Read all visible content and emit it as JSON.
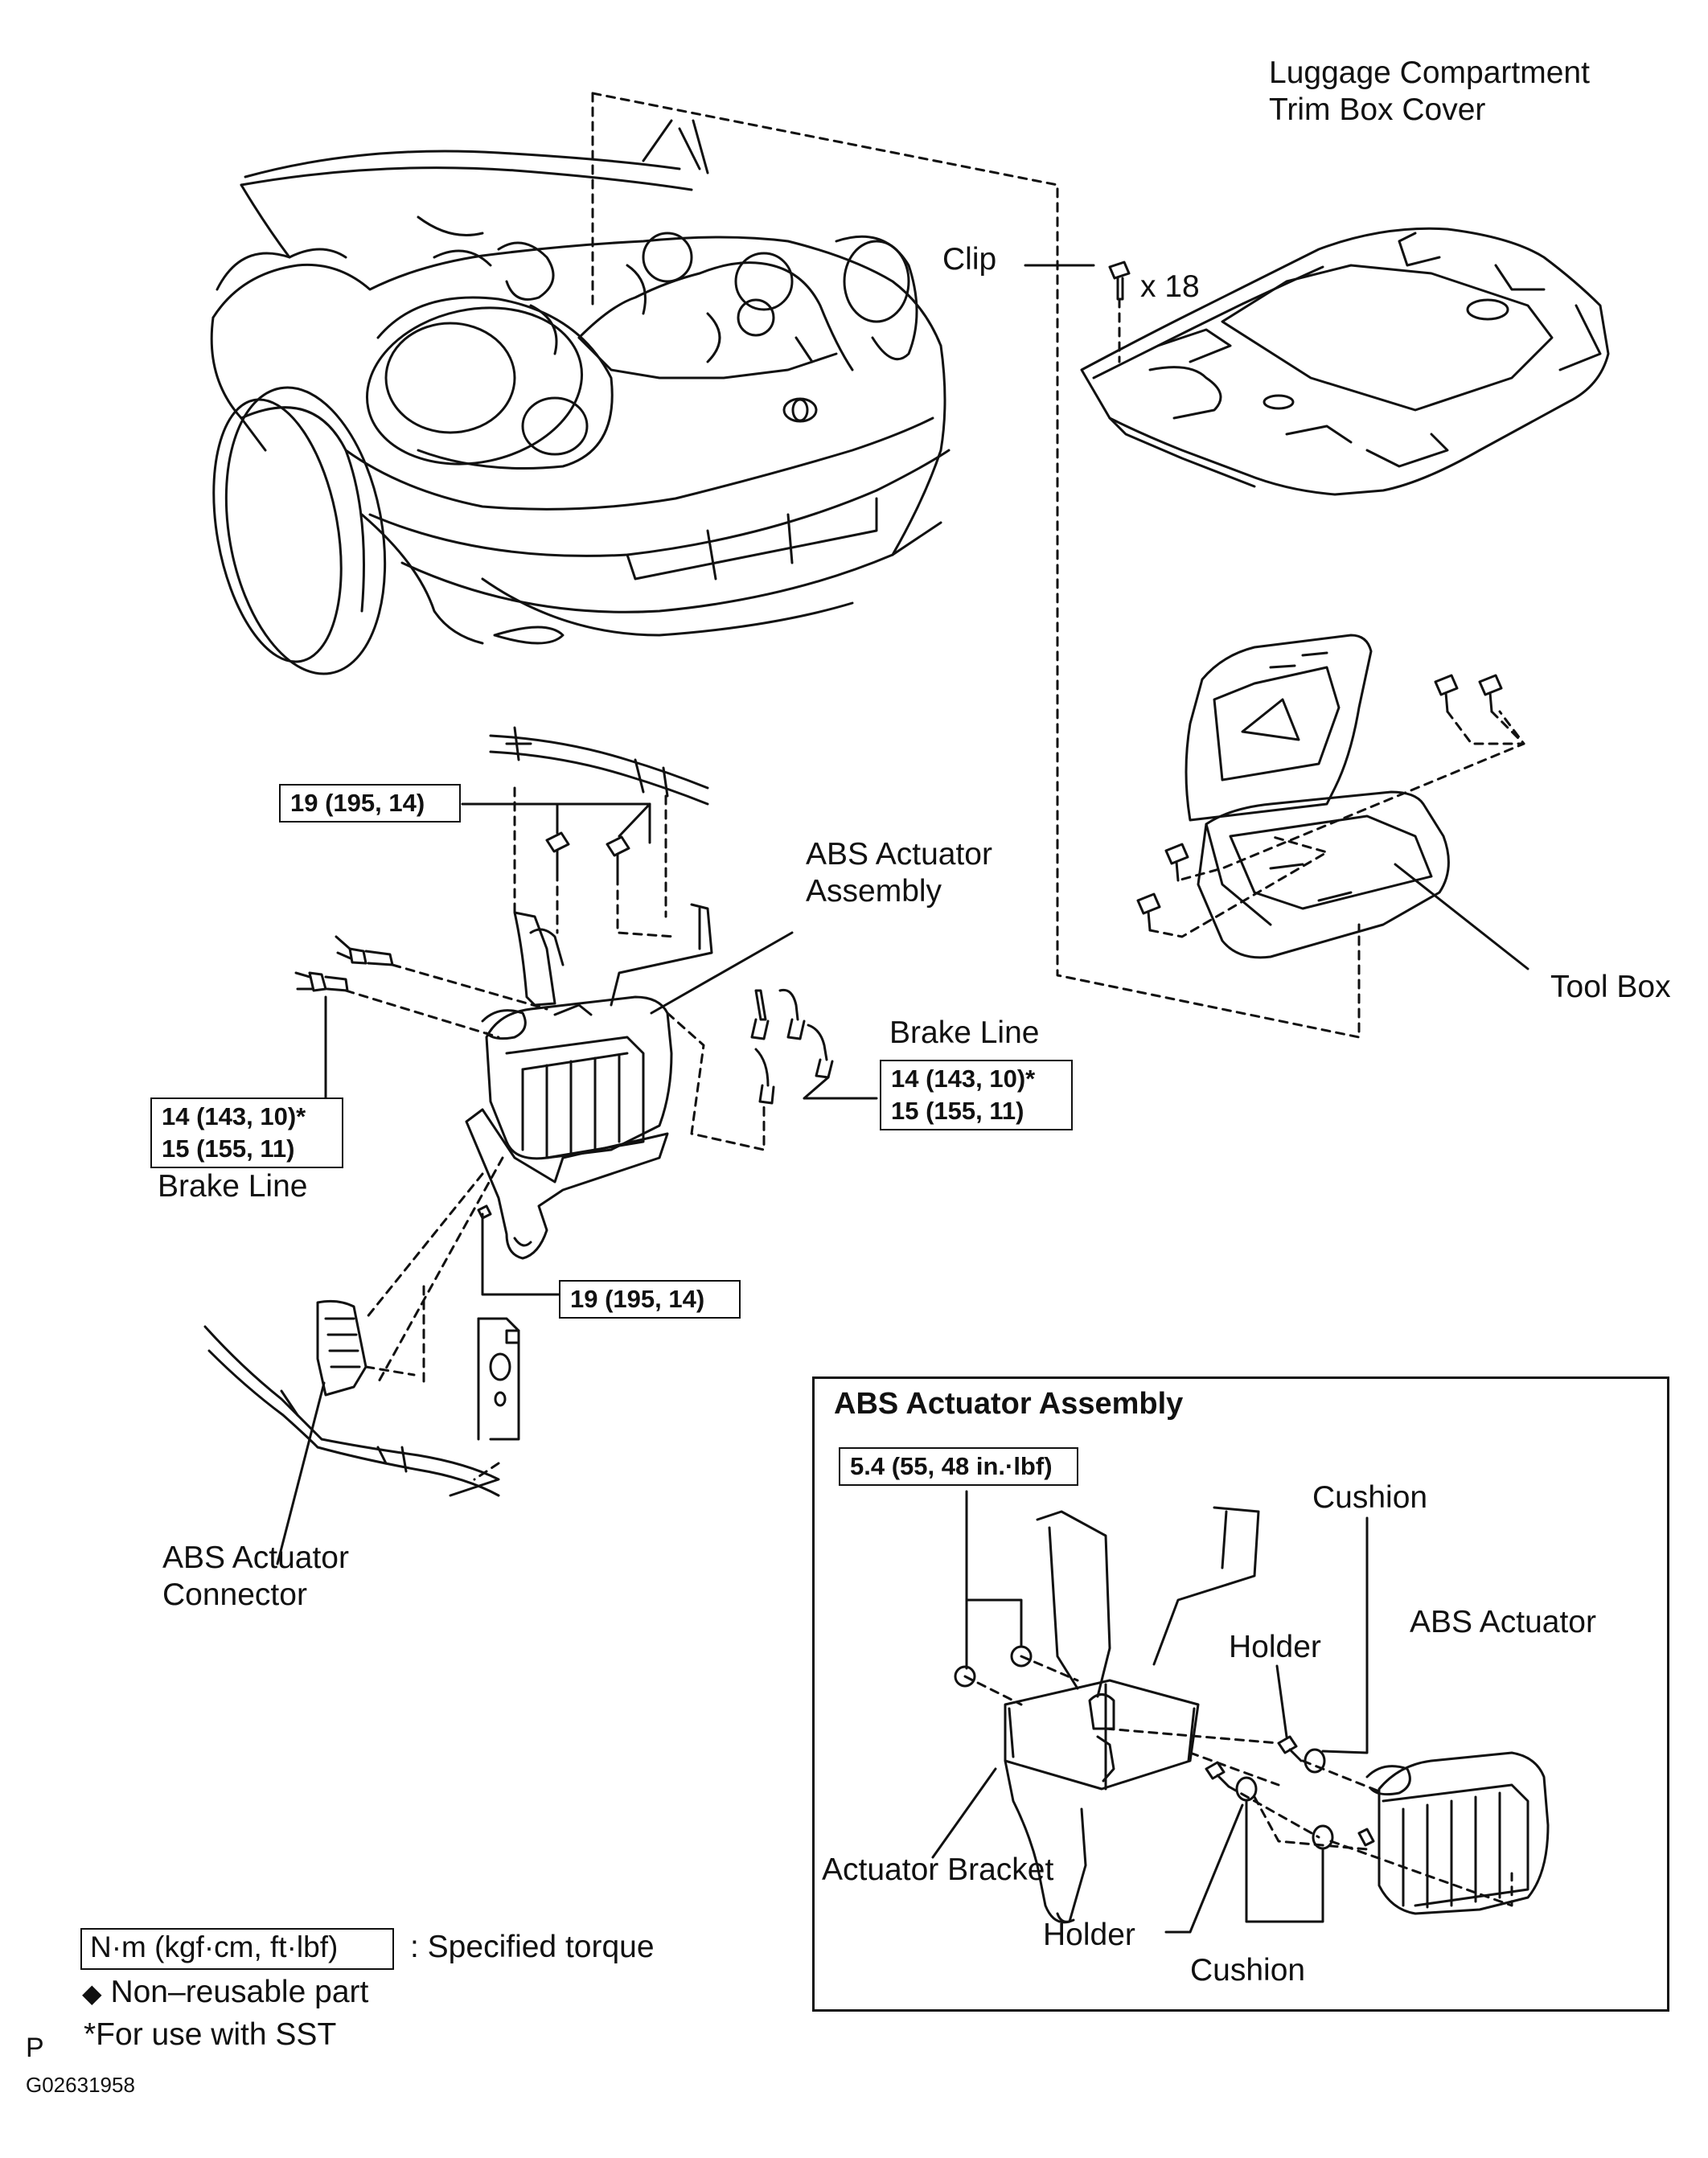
{
  "labels": {
    "luggage_cover_line1": "Luggage Compartment",
    "luggage_cover_line2": "Trim Box Cover",
    "clip": "Clip",
    "clip_count": "x 18",
    "abs_assembly_line1": "ABS Actuator",
    "abs_assembly_line2": "Assembly",
    "tool_box": "Tool Box",
    "brake_line_right": "Brake Line",
    "brake_line_left": "Brake Line",
    "abs_connector_line1": "ABS Actuator",
    "abs_connector_line2": "Connector"
  },
  "torque": {
    "bracket_bolts_top": "19 (195, 14)",
    "bracket_bolt_bottom": "19 (195, 14)",
    "brake_line_right_line1": "14 (143, 10)*",
    "brake_line_right_line2": "15 (155, 11)",
    "brake_line_left_line1": "14 (143, 10)*",
    "brake_line_left_line2": "15 (155, 11)"
  },
  "inset": {
    "title": "ABS Actuator Assembly",
    "torque": "5.4 (55, 48 in.·lbf)",
    "cushion_top": "Cushion",
    "abs_actuator": "ABS Actuator",
    "holder_top": "Holder",
    "actuator_bracket": "Actuator Bracket",
    "holder_bottom": "Holder",
    "cushion_bottom": "Cushion"
  },
  "legend": {
    "torque_unit": "N·m (kgf·cm, ft·lbf)",
    "torque_desc": ": Specified torque",
    "non_reusable_symbol": "◆",
    "non_reusable": "Non–reusable part",
    "sst_note": "*For use with SST"
  },
  "footer": {
    "page_marker": "P",
    "figure_code": "G02631958"
  }
}
